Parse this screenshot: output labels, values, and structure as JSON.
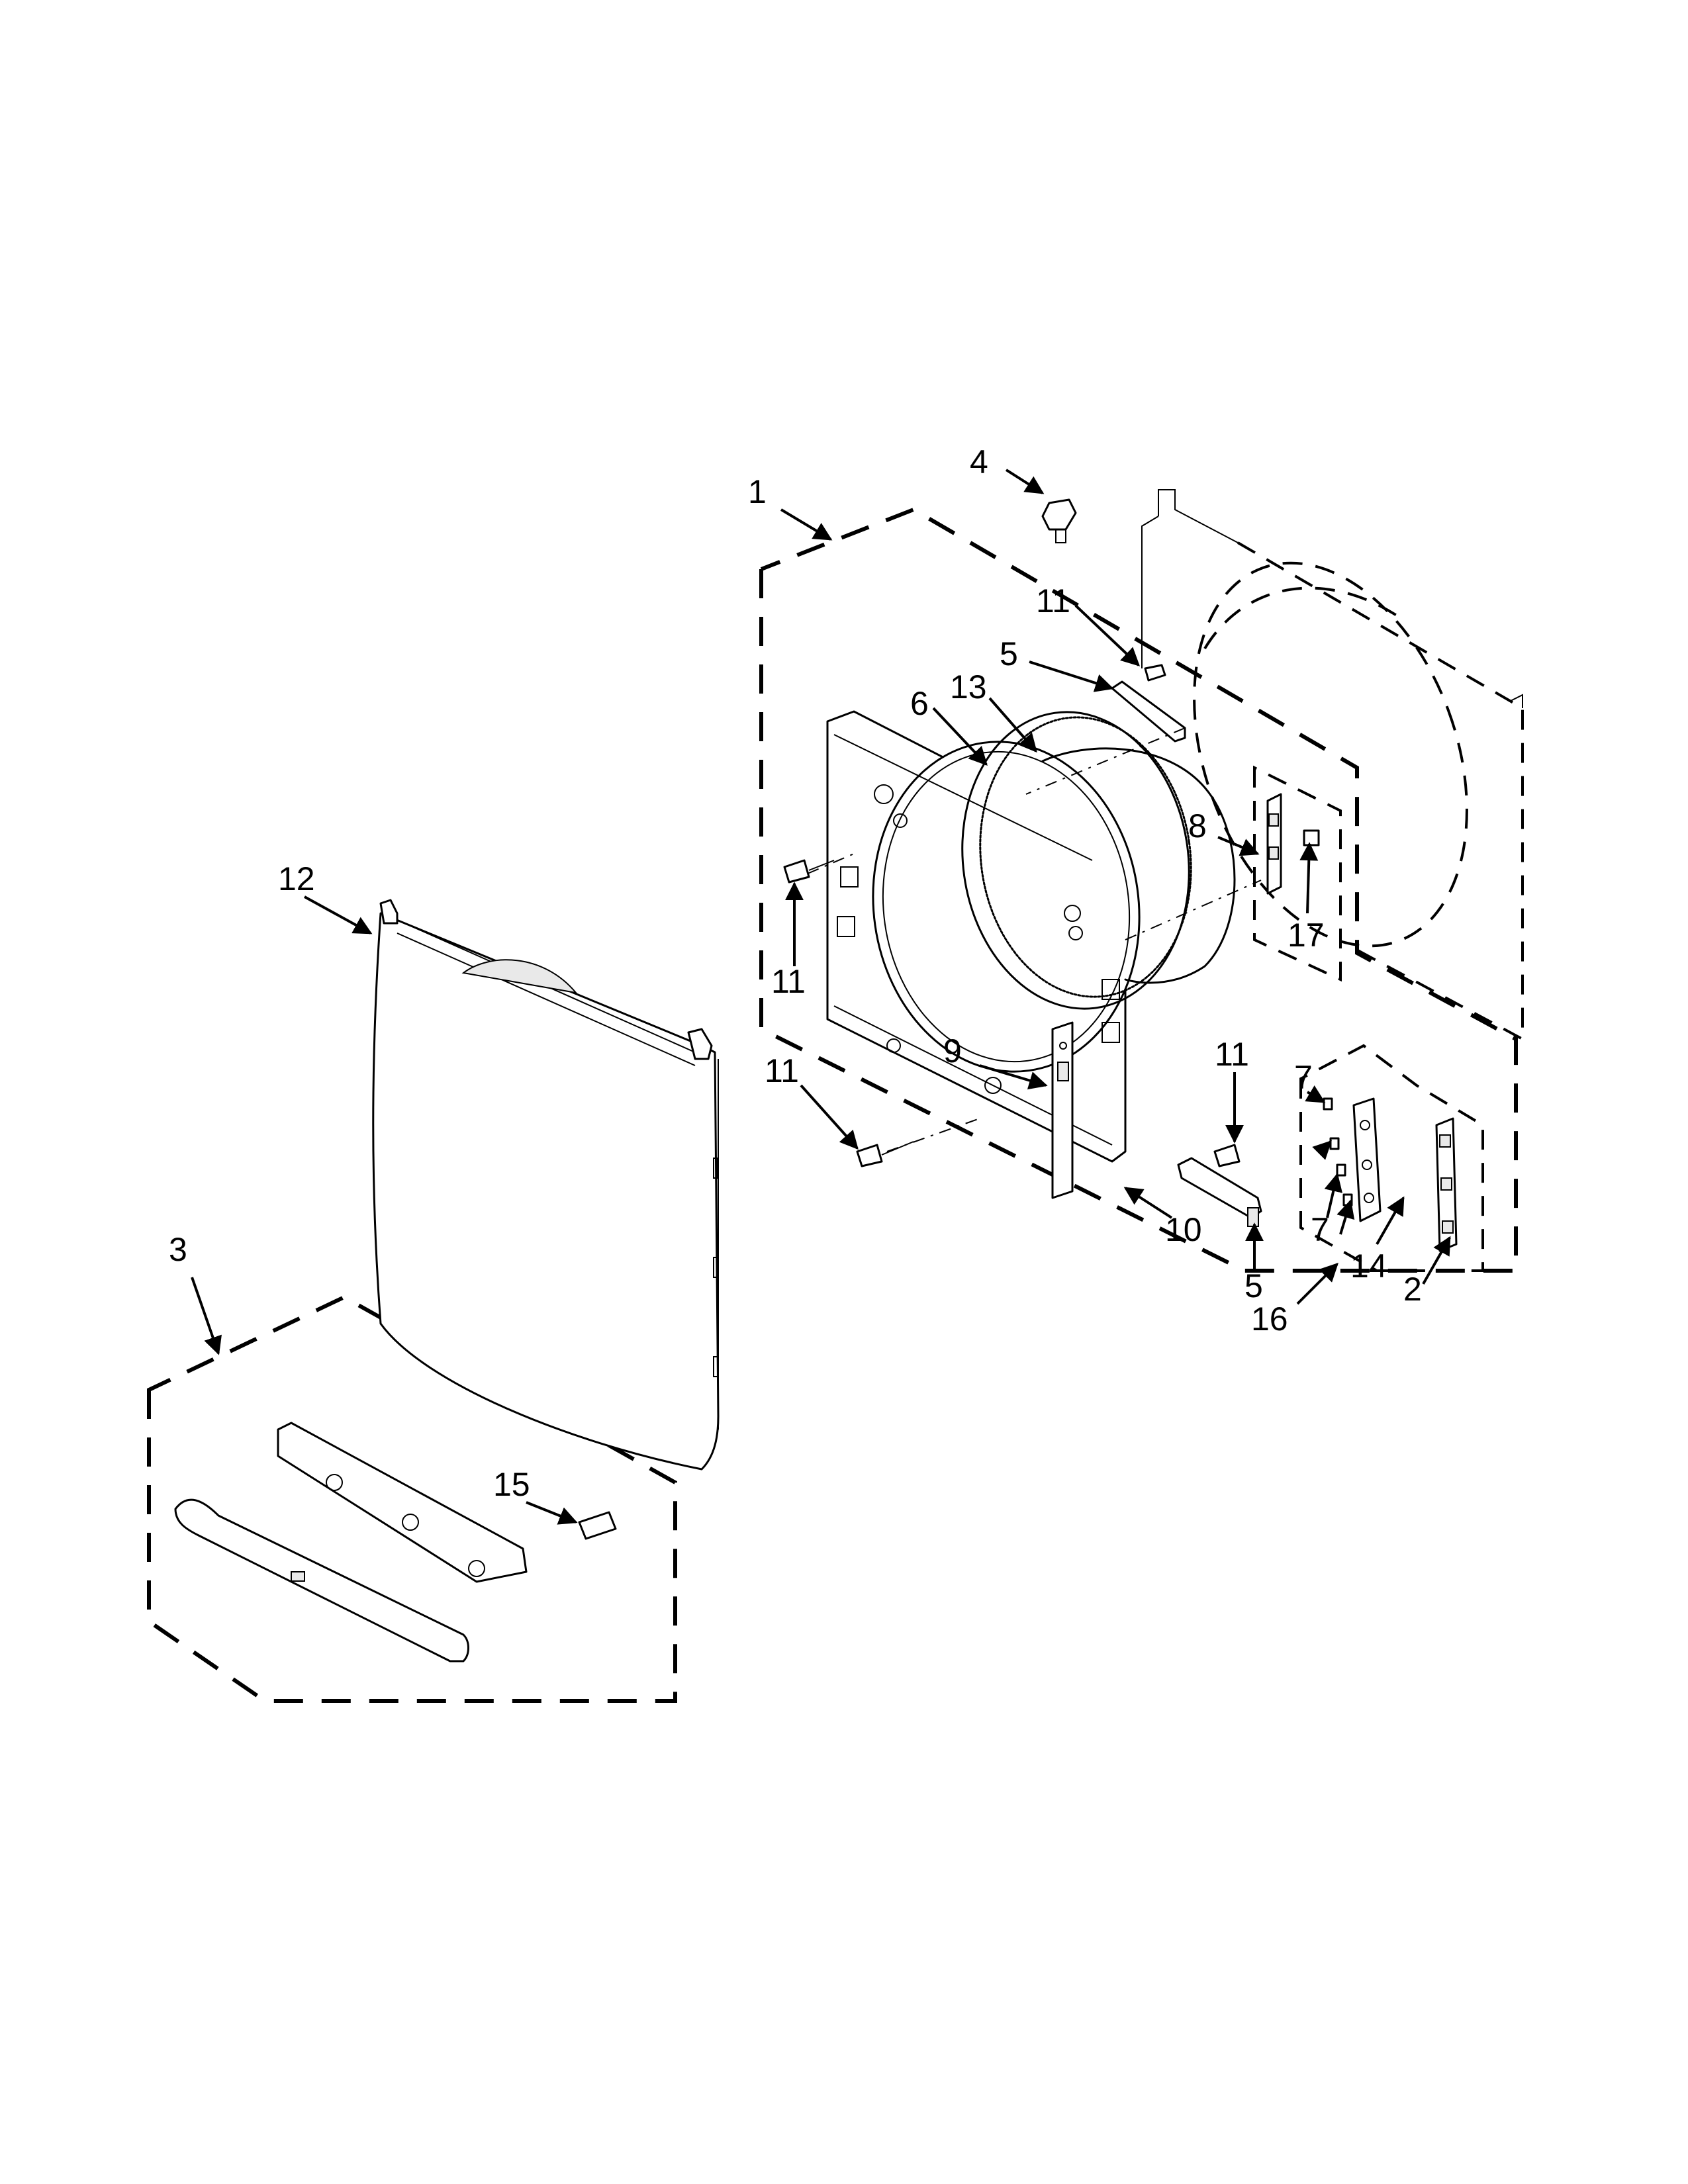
{
  "colors": {
    "ink": "#000000",
    "paper": "#ffffff",
    "shade": "#e9e9e9"
  },
  "callouts": {
    "c1": "1",
    "c2": "2",
    "c3": "3",
    "c4": "4",
    "c5a": "5",
    "c5b": "5",
    "c6": "6",
    "c7a": "7",
    "c7b": "7",
    "c8": "8",
    "c9": "9",
    "c10": "10",
    "c11a": "11",
    "c11b": "11",
    "c11c": "11",
    "c11d": "11",
    "c12": "12",
    "c13": "13",
    "c14": "14",
    "c15": "15",
    "c16": "16",
    "c17": "17"
  }
}
